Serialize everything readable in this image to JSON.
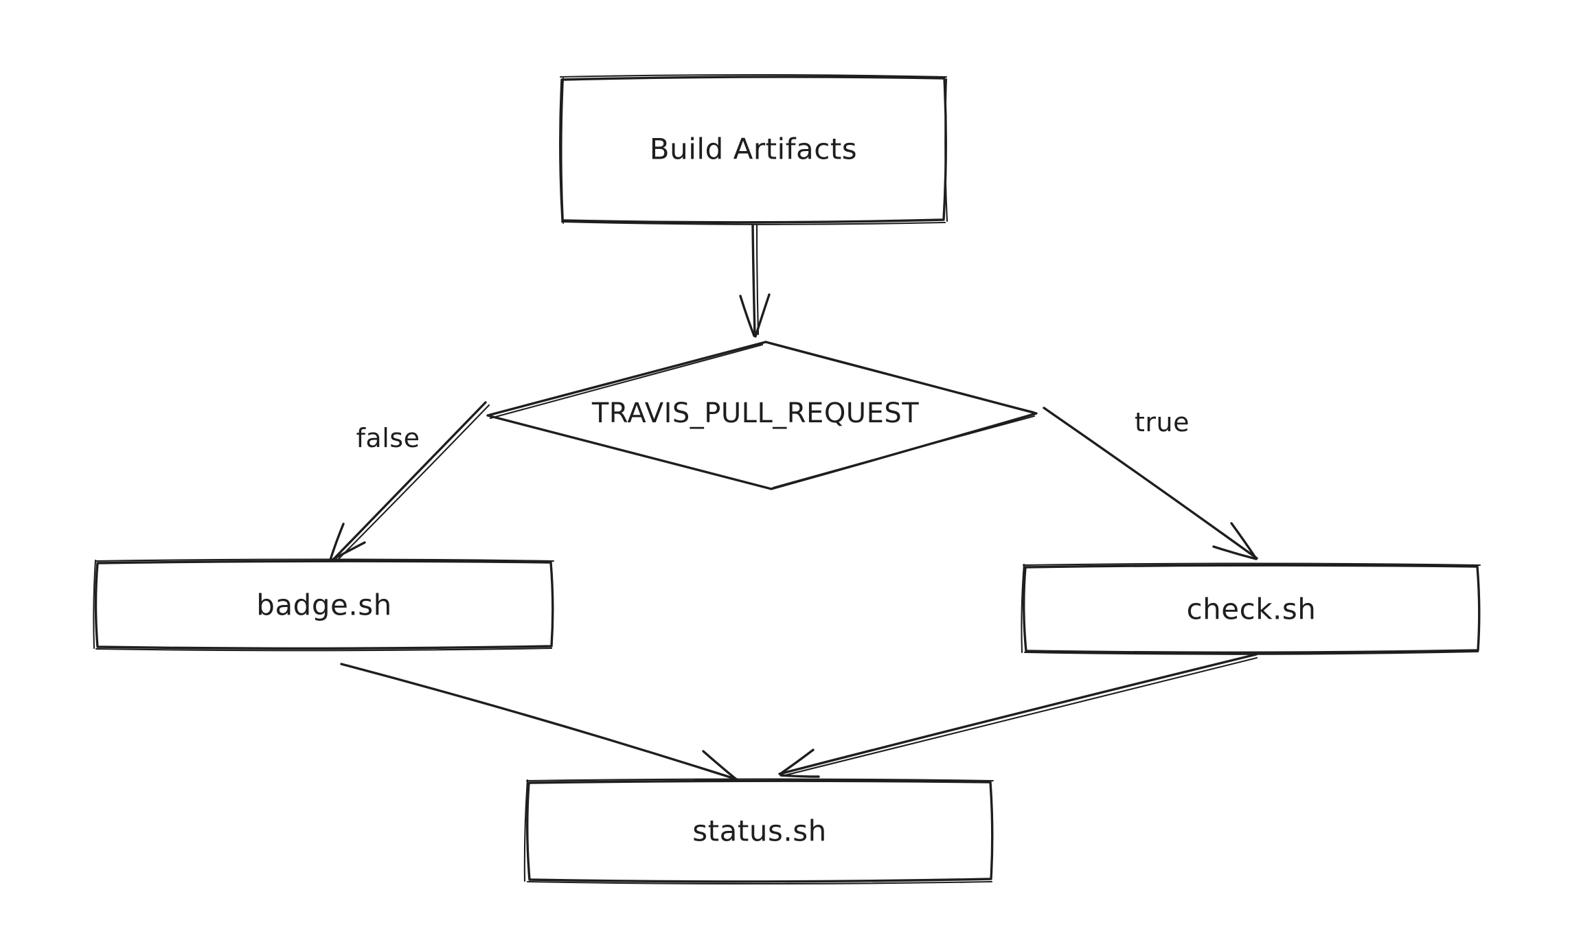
{
  "canvas": {
    "background_color": "#ffffff",
    "stroke_color": "#1e1e1e"
  },
  "diagram_type": "flowchart",
  "nodes": {
    "build_artifacts": {
      "shape": "rectangle",
      "label": "Build Artifacts"
    },
    "travis_pull_request": {
      "shape": "diamond",
      "label": "TRAVIS_PULL_REQUEST"
    },
    "badge_sh": {
      "shape": "rectangle",
      "label": "badge.sh"
    },
    "check_sh": {
      "shape": "rectangle",
      "label": "check.sh"
    },
    "status_sh": {
      "shape": "rectangle",
      "label": "status.sh"
    }
  },
  "edges": {
    "build_to_travis": {
      "from": "Build Artifacts",
      "to": "TRAVIS_PULL_REQUEST",
      "label": ""
    },
    "travis_to_badge": {
      "from": "TRAVIS_PULL_REQUEST",
      "to": "badge.sh",
      "label": "false"
    },
    "travis_to_check": {
      "from": "TRAVIS_PULL_REQUEST",
      "to": "check.sh",
      "label": "true"
    },
    "badge_to_status": {
      "from": "badge.sh",
      "to": "status.sh",
      "label": ""
    },
    "check_to_status": {
      "from": "check.sh",
      "to": "status.sh",
      "label": ""
    }
  }
}
